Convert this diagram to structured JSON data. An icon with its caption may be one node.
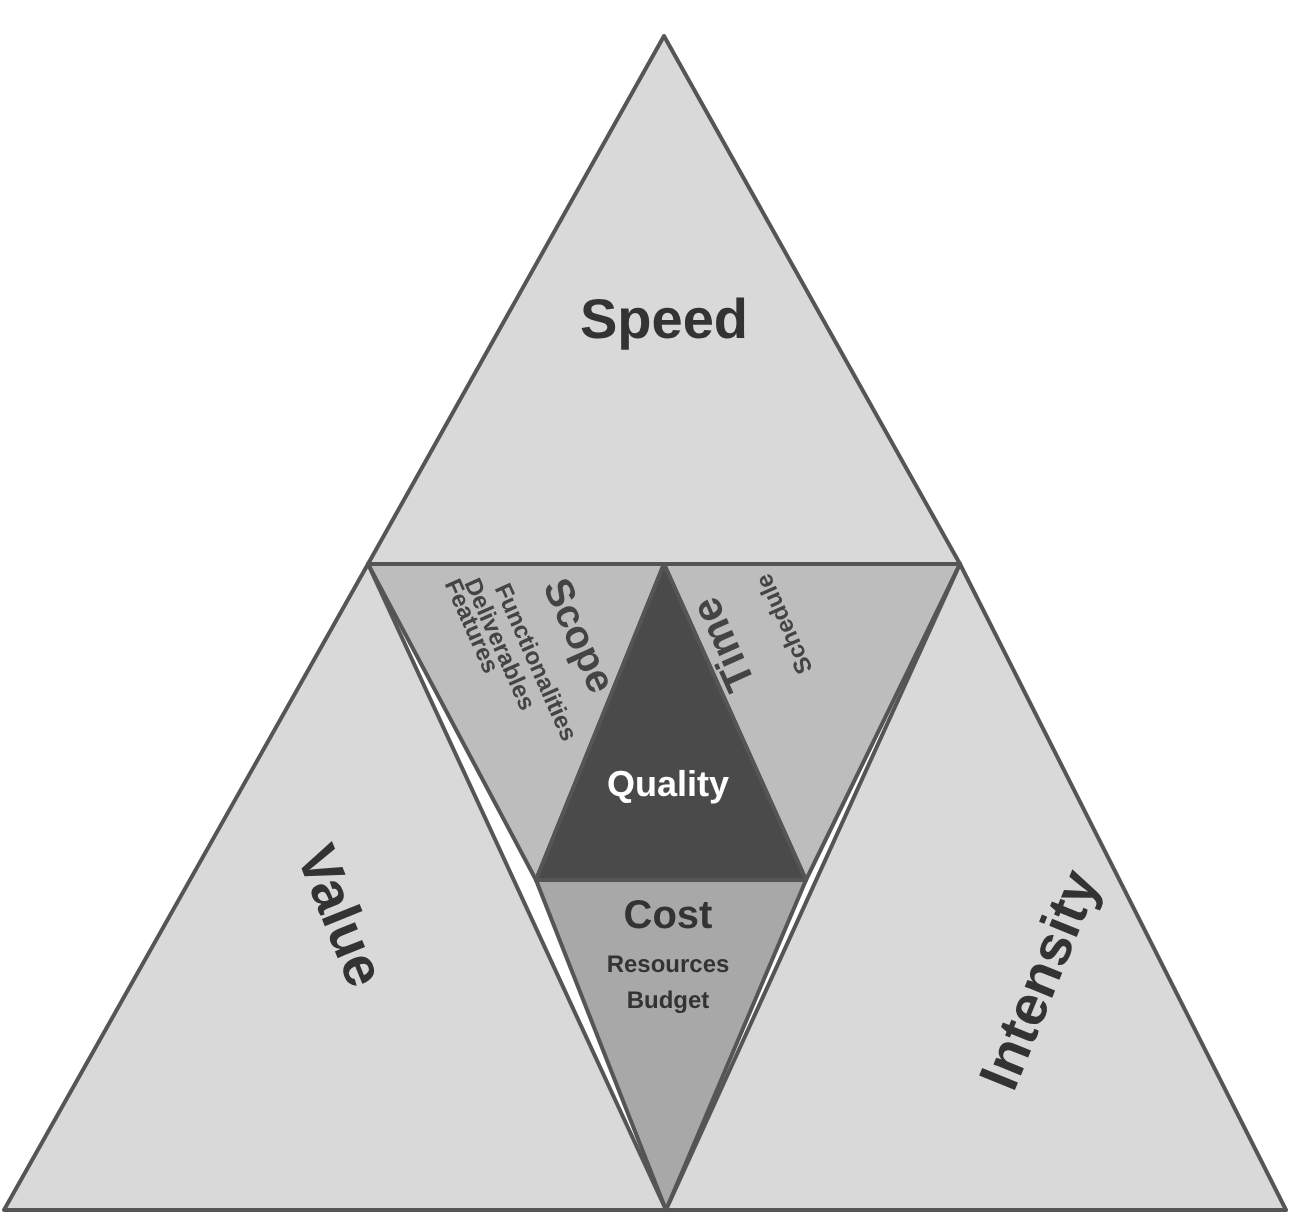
{
  "diagram": {
    "nodes": [
      {
        "text": [
          "Speed"
        ]
      },
      {
        "text": [
          "Scope",
          "Functionalities",
          "Deliverables",
          "Features"
        ]
      },
      {
        "text": [
          "Time",
          "Schedule"
        ]
      },
      {
        "text": [
          "Quality"
        ]
      },
      {
        "text": [
          "Cost",
          "Resources",
          "Budget"
        ]
      },
      {
        "text": [
          "Value"
        ]
      },
      {
        "text": [
          "Intensity"
        ]
      }
    ]
  }
}
